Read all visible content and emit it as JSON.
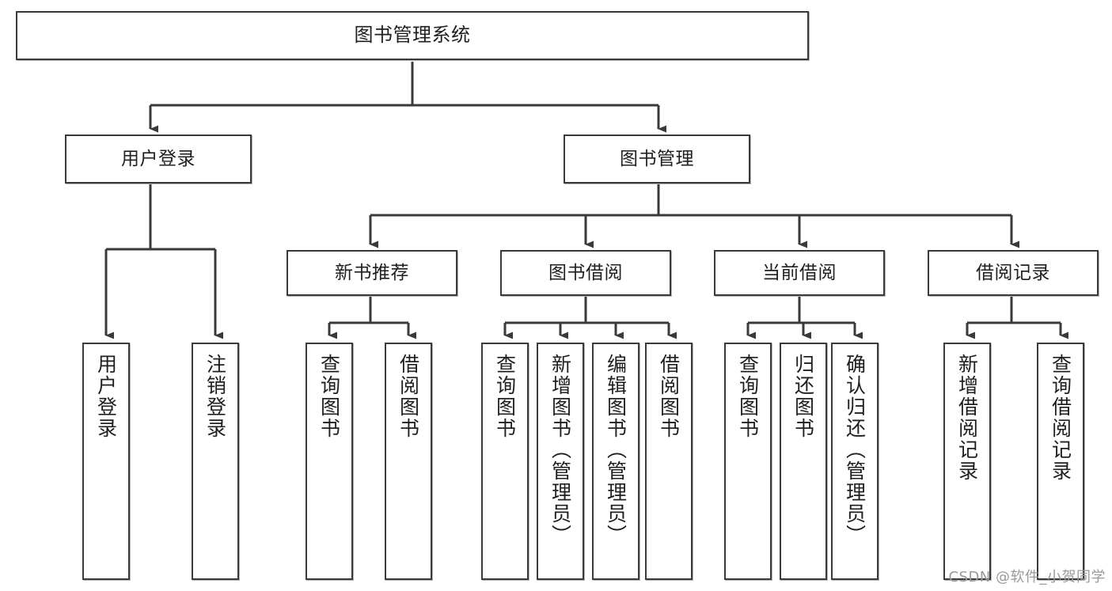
{
  "diagram": {
    "title": "图书管理系统",
    "type": "tree-hierarchy",
    "watermark": "CSDN @软件_小贺同学",
    "colors": {
      "box_border": "#3a3a3a",
      "box_fill": "#ffffff",
      "connector": "#3a3a3a",
      "text": "#1f1f1f",
      "watermark": "#9a9a9a",
      "background": "#ffffff"
    }
  },
  "nodes": {
    "root": {
      "label": "图书管理系统"
    },
    "level2": [
      {
        "id": "user-login",
        "label": "用户登录"
      },
      {
        "id": "book-management",
        "label": "图书管理"
      }
    ],
    "level3": [
      {
        "id": "new-book-recommend",
        "label": "新书推荐"
      },
      {
        "id": "book-borrow",
        "label": "图书借阅"
      },
      {
        "id": "current-borrow",
        "label": "当前借阅"
      },
      {
        "id": "borrow-record",
        "label": "借阅记录"
      }
    ],
    "leaves": {
      "user_login": [
        {
          "id": "leaf-user-login",
          "label": "用户登录"
        },
        {
          "id": "leaf-logout",
          "label": "注销登录"
        }
      ],
      "new_book_recommend": [
        {
          "id": "leaf-query-book-1",
          "label": "查询图书"
        },
        {
          "id": "leaf-borrow-book-1",
          "label": "借阅图书"
        }
      ],
      "book_borrow": [
        {
          "id": "leaf-query-book-2",
          "label": "查询图书"
        },
        {
          "id": "leaf-add-book",
          "label": "新增图书（管理员）"
        },
        {
          "id": "leaf-edit-book",
          "label": "编辑图书（管理员）"
        },
        {
          "id": "leaf-borrow-book-2",
          "label": "借阅图书"
        }
      ],
      "current_borrow": [
        {
          "id": "leaf-query-book-3",
          "label": "查询图书"
        },
        {
          "id": "leaf-return-book",
          "label": "归还图书"
        },
        {
          "id": "leaf-confirm-return",
          "label": "确认归还（管理员）"
        }
      ],
      "borrow_record": [
        {
          "id": "leaf-add-record",
          "label": "新增借阅记录"
        },
        {
          "id": "leaf-query-record",
          "label": "查询借阅记录"
        }
      ]
    }
  },
  "edges": {
    "root_to_level2": [
      "用户登录",
      "图书管理"
    ],
    "book_management_to_level3": [
      "新书推荐",
      "图书借阅",
      "当前借阅",
      "借阅记录"
    ],
    "arrow_style": "filled-triangle"
  }
}
